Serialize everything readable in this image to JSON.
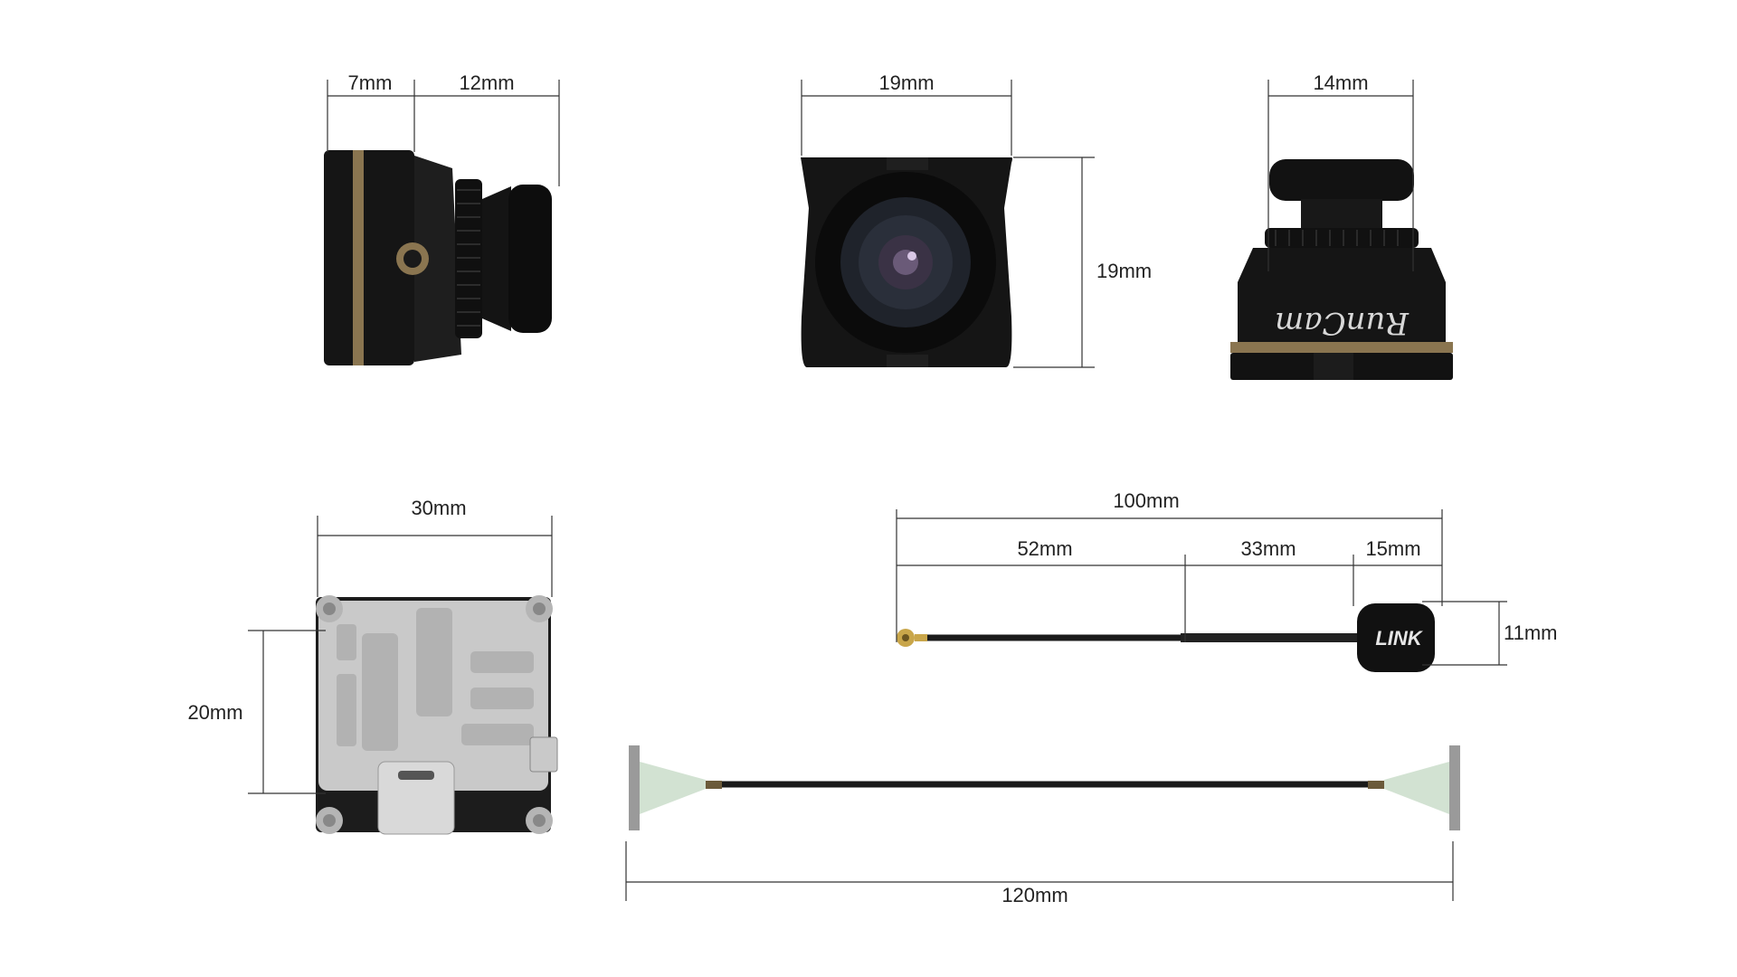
{
  "brand": {
    "logo_text": "RunCam",
    "antenna_text": "LINK"
  },
  "dimensions": {
    "side_depth": "7mm",
    "side_lens": "12mm",
    "front_width": "19mm",
    "front_height": "19mm",
    "top_width": "14mm",
    "board_width": "30mm",
    "board_height": "20mm",
    "antenna_total": "100mm",
    "antenna_segment_1": "52mm",
    "antenna_segment_2": "33mm",
    "antenna_segment_3": "15mm",
    "antenna_head": "11mm",
    "cable_length": "120mm"
  },
  "colors": {
    "camera_body": "#171717",
    "gold_band": "#8a7550",
    "lens_glass": "#2a2f3a",
    "board_plate": "#c9c9c9",
    "dimension_line": "#333333"
  }
}
